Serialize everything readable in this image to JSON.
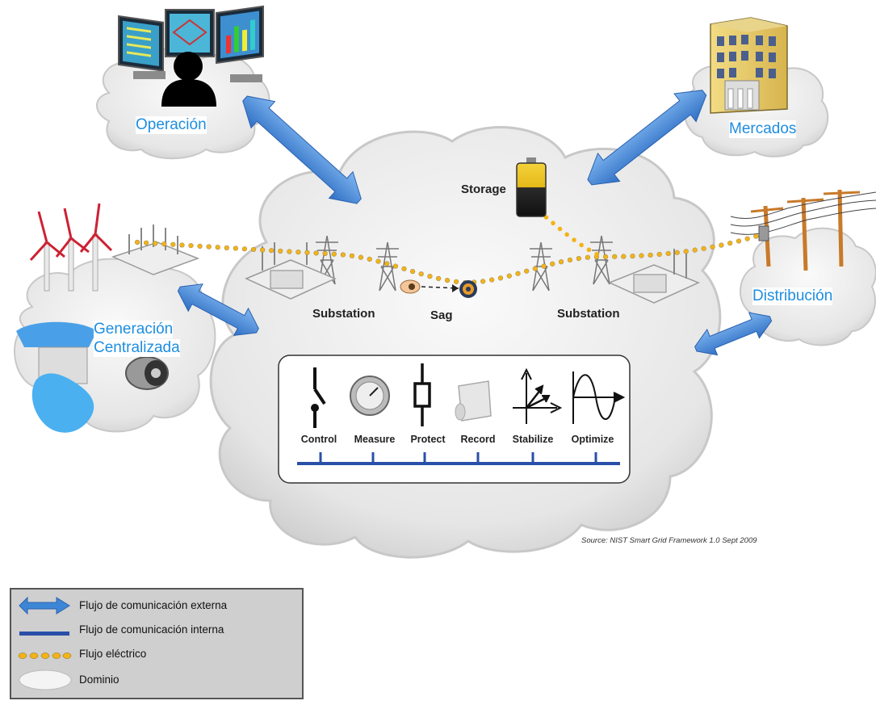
{
  "domains": {
    "operacion": "Operación",
    "mercados": "Mercados",
    "generacion_line1": "Generación",
    "generacion_line2": "Centralizada",
    "distribucion": "Distribución"
  },
  "grid_labels": {
    "storage": "Storage",
    "substation_left": "Substation",
    "sag": "Sag",
    "substation_right": "Substation"
  },
  "functions": [
    "Control",
    "Measure",
    "Protect",
    "Record",
    "Stabilize",
    "Optimize"
  ],
  "source": "Source:  NIST Smart Grid Framework 1.0 Sept 2009",
  "legend": [
    {
      "symbol": "blue-arrow",
      "label": "Flujo de comunicación externa"
    },
    {
      "symbol": "blue-line",
      "label": "Flujo de comunicación interna"
    },
    {
      "symbol": "yellow-dots",
      "label": "Flujo eléctrico"
    },
    {
      "symbol": "cloud",
      "label": "Dominio"
    }
  ],
  "colors": {
    "label_blue": "#1e8ee0",
    "arrow_blue": "#3d86d6",
    "bus_blue": "#2a4fa8",
    "electric_yellow": "#f2b318",
    "cloud_fill": "#ececec",
    "legend_bg": "#cfcfcf"
  }
}
